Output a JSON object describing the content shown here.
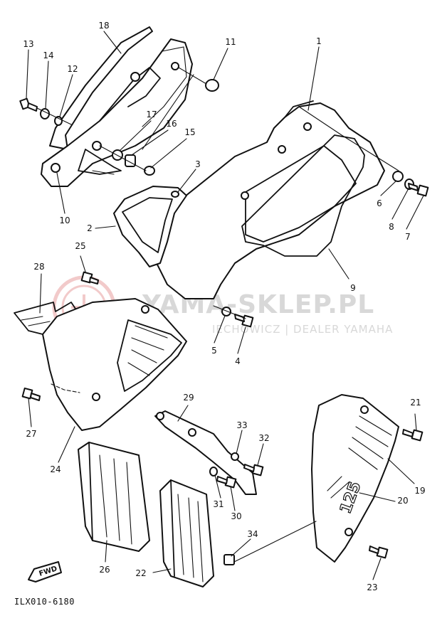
{
  "diagram": {
    "part_numbers": [
      "1",
      "2",
      "3",
      "4",
      "5",
      "6",
      "7",
      "8",
      "9",
      "10",
      "11",
      "12",
      "13",
      "14",
      "15",
      "16",
      "17",
      "18",
      "19",
      "20",
      "21",
      "22",
      "23",
      "24",
      "25",
      "26",
      "27",
      "28",
      "29",
      "30",
      "31",
      "32",
      "33",
      "34"
    ],
    "drawing_code": "ILX010-6180",
    "fwd_mark": "FWD",
    "shroud_marking": "125"
  },
  "watermark": {
    "title": "YAMA-SKLEP.PL",
    "subtitle": "IECHOWICZ | DEALER YAMAHA",
    "logo_color": "#e8a0a0"
  }
}
